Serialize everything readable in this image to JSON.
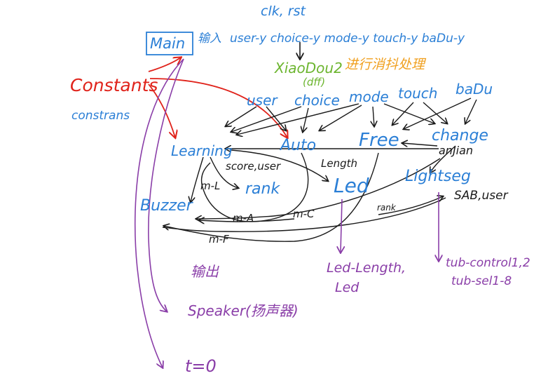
{
  "colors": {
    "black": "#1a1a1a",
    "blue": "#2b7fd6",
    "red": "#e0231b",
    "purple": "#8a3ea8",
    "green": "#6cb52f",
    "orange": "#f0a020"
  },
  "labels": {
    "clk_rst": "clk, rst",
    "main": "Main",
    "input_cn": "输入",
    "inputs": "user-y  choice-y  mode-y  touch-y  baDu-y",
    "xiaodou": "XiaoDou2",
    "xiaodou_note": "进行消抖处理",
    "dff": "(dff)",
    "constants": "Constants",
    "constrans": "constrans",
    "user": "user",
    "choice": "choice",
    "mode": "mode",
    "touch": "touch",
    "badu": "baDu",
    "learning": "Learning",
    "auto": "Auto",
    "free": "Free",
    "change": "change",
    "anjian": "anJian",
    "score_user": "score,user",
    "length": "Length",
    "rank": "rank",
    "led": "Led",
    "lightseg": "Lightseg",
    "ml": "m-L",
    "buzzer": "Buzzer",
    "rank_small": "rank",
    "sab_user": "SAB,user",
    "ma": "m-A",
    "mc": "m-C",
    "mf": "m-F",
    "output_cn": "输出",
    "led_out_1": "Led-Length,",
    "led_out_2": "Led",
    "tub_1": "tub-control1,2",
    "tub_2": "tub-sel1-8",
    "speaker": "Speaker(扬声器)",
    "t0": "t=0"
  }
}
